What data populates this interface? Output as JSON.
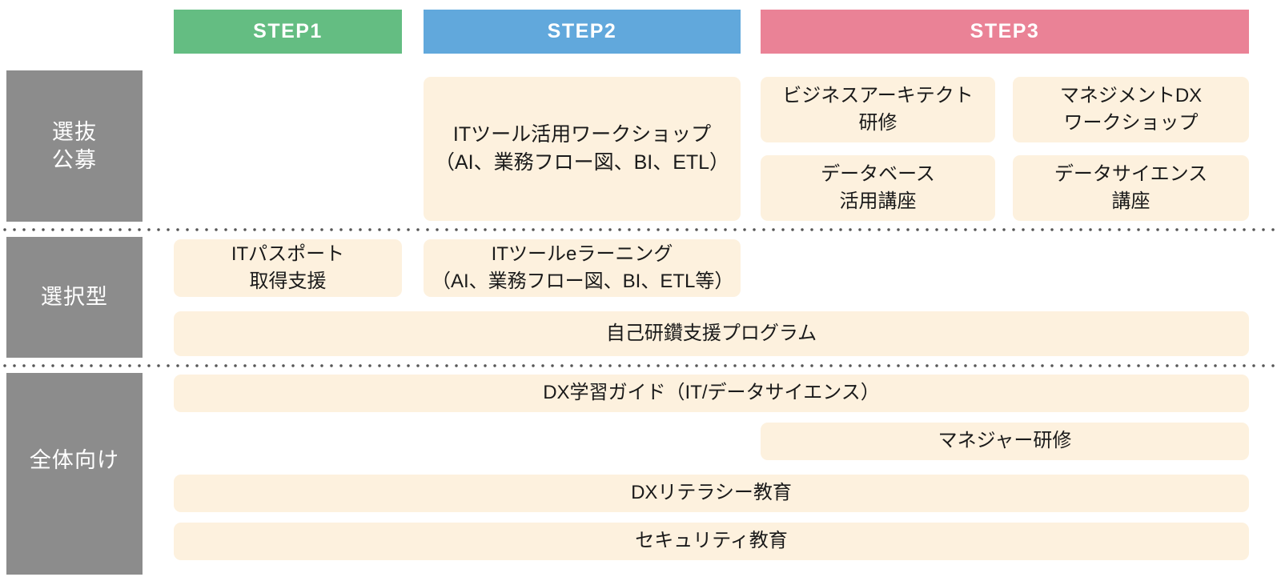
{
  "steps": [
    {
      "id": "step1",
      "label": "STEP1",
      "color": "#64bd82"
    },
    {
      "id": "step2",
      "label": "STEP2",
      "color": "#61a8dc"
    },
    {
      "id": "step3",
      "label": "STEP3",
      "color": "#ea8296"
    }
  ],
  "categories": [
    {
      "id": "sensatsu",
      "label": "選抜\n公募",
      "line1": "選抜",
      "line2": "公募"
    },
    {
      "id": "sentaku",
      "label": "選択型"
    },
    {
      "id": "zentai",
      "label": "全体向け"
    }
  ],
  "cards": {
    "it_workshop": "ITツール活用ワークショップ\n（AI、業務フロー図、BI、ETL）",
    "it_workshop_l1": "ITツール活用ワークショップ",
    "it_workshop_l2": "（AI、業務フロー図、BI、ETL）",
    "ba_kenshu_l1": "ビジネスアーキテクト",
    "ba_kenshu_l2": "研修",
    "mgmt_dx_ws_l1": "マネジメントDX",
    "mgmt_dx_ws_l2": "ワークショップ",
    "db_katsuyo_l1": "データベース",
    "db_katsuyo_l2": "活用講座",
    "data_science_l1": "データサイエンス",
    "data_science_l2": "講座",
    "it_passport_l1": "ITパスポート",
    "it_passport_l2": "取得支援",
    "it_elearning_l1": "ITツールeラーニング",
    "it_elearning_l2": "（AI、業務フロー図、BI、ETL等）",
    "self_study": "自己研鑽支援プログラム",
    "dx_guide": "DX学習ガイド（IT/データサイエンス）",
    "manager_kenshu": "マネジャー研修",
    "dx_literacy": "DXリテラシー教育",
    "security": "セキュリティ教育"
  },
  "colors": {
    "card_background": "#fdf1de",
    "category_background": "#8c8c8c",
    "divider": "#565656",
    "text": "#1a1a1a",
    "header_text": "#ffffff"
  }
}
